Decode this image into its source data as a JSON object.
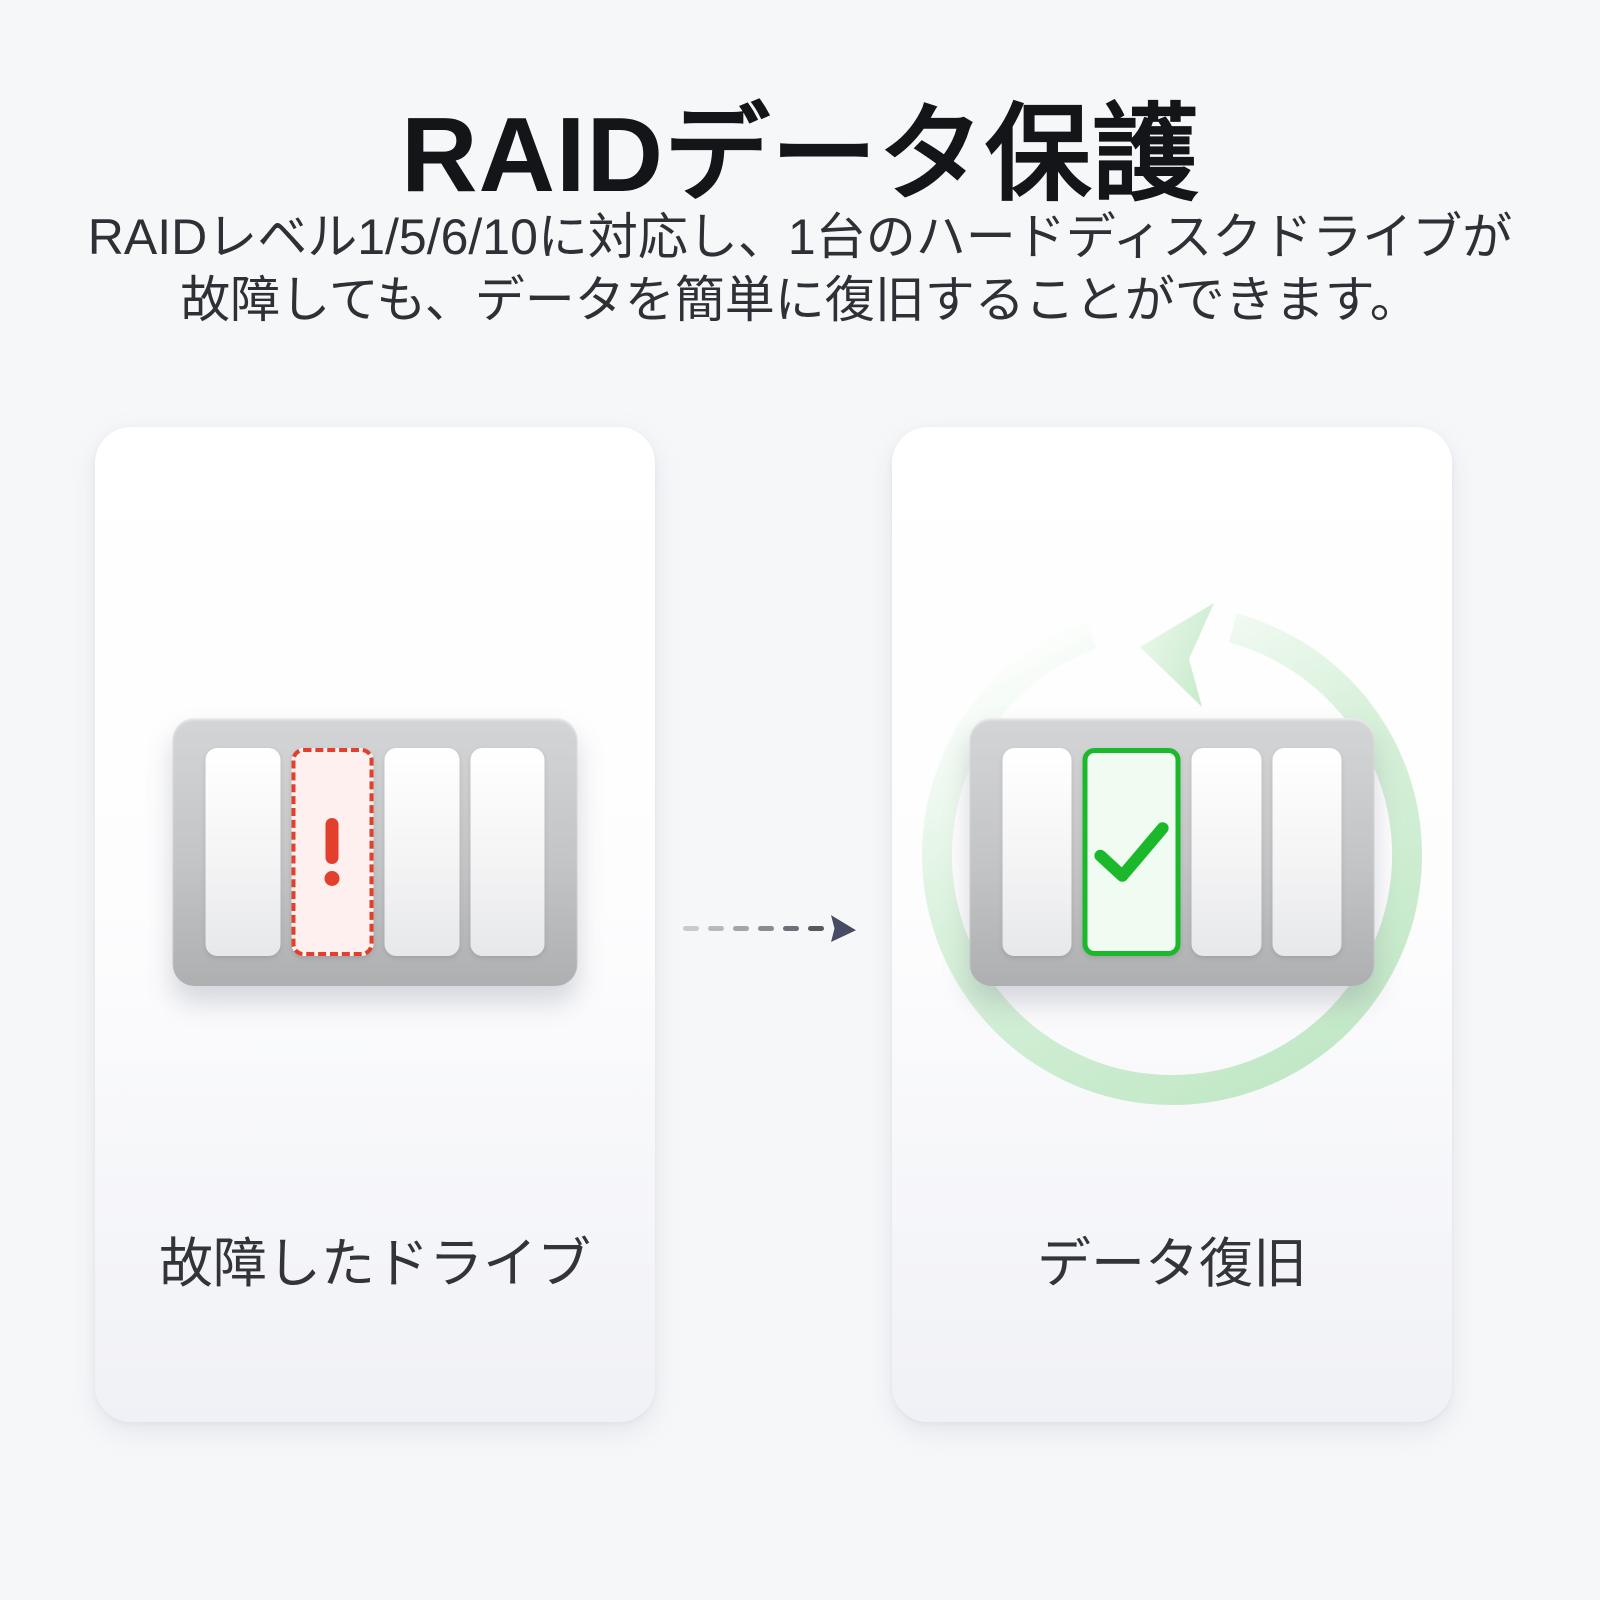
{
  "page": {
    "background_color": "#f6f7f9"
  },
  "header": {
    "title": "RAIDデータ保護",
    "subtitle": {
      "line1": "RAIDレベル1/5/6/10に対応し、1台のハードディスクドライブが",
      "line2": "故障しても、データを簡単に復旧することができます。"
    }
  },
  "panels": {
    "failed": {
      "label": "故障したドライブ",
      "bay_count": 4,
      "failed_bay_index": 2,
      "status_icon": "exclamation-icon",
      "accent_color": "#e2402c",
      "bay_fill_color": "#fdf0ee"
    },
    "recovered": {
      "label": "データ復旧",
      "bay_count": 4,
      "recovered_bay_index": 2,
      "status_icon": "check-icon",
      "cycle_icon": "recovery-cycle-arrow-icon",
      "accent_color": "#1cb82c",
      "bay_fill_color": "#f0fbf2",
      "ring_color": "#c3e9c7"
    }
  },
  "connector": {
    "type": "dashed-arrow-right",
    "arrowhead_color": "#474b63"
  }
}
